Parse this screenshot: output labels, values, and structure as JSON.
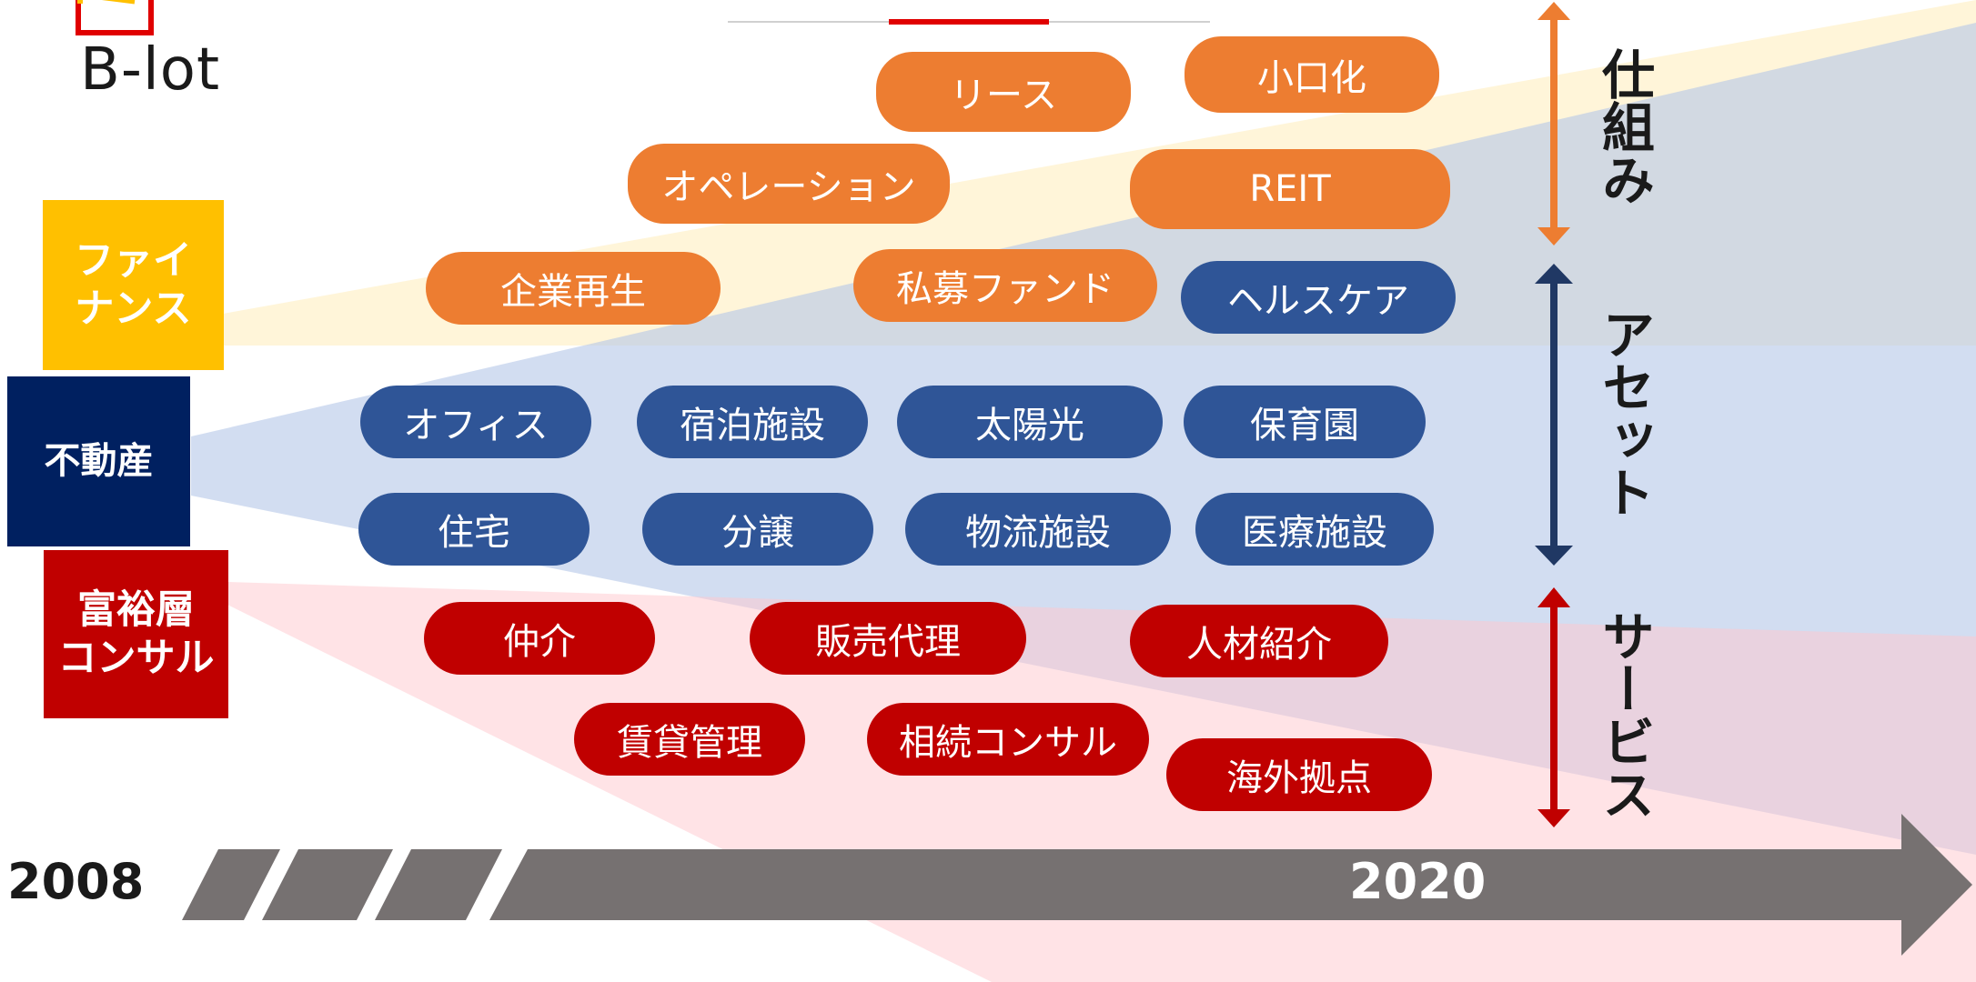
{
  "logo": {
    "text": "B-lot"
  },
  "categories": {
    "finance": "ファイ\nナンス",
    "real_estate": "不動産",
    "consulting": "富裕層\nコンサル"
  },
  "pills": {
    "lease": "リース",
    "small_lot": "小口化",
    "operation": "オペレーション",
    "reit": "REIT",
    "restructuring": "企業再生",
    "private_fund": "私募ファンド",
    "healthcare": "ヘルスケア",
    "office": "オフィス",
    "lodging": "宿泊施設",
    "solar": "太陽光",
    "nursery": "保育園",
    "housing": "住宅",
    "condo": "分譲",
    "logistics": "物流施設",
    "medical": "医療施設",
    "brokerage": "仲介",
    "sales_agency": "販売代理",
    "staffing": "人材紹介",
    "rental_mgmt": "賃貸管理",
    "inheritance": "相続コンサル",
    "overseas": "海外拠点"
  },
  "side_labels": {
    "scheme": "仕組み",
    "asset": "アセット",
    "service": "サービス"
  },
  "timeline": {
    "start": "2008",
    "end": "2020"
  },
  "colors": {
    "finance": "#ffc000",
    "real_estate": "#002060",
    "consulting": "#c00000",
    "orange": "#ed7d31",
    "blue": "#2f5597",
    "timeline": "#767171"
  }
}
